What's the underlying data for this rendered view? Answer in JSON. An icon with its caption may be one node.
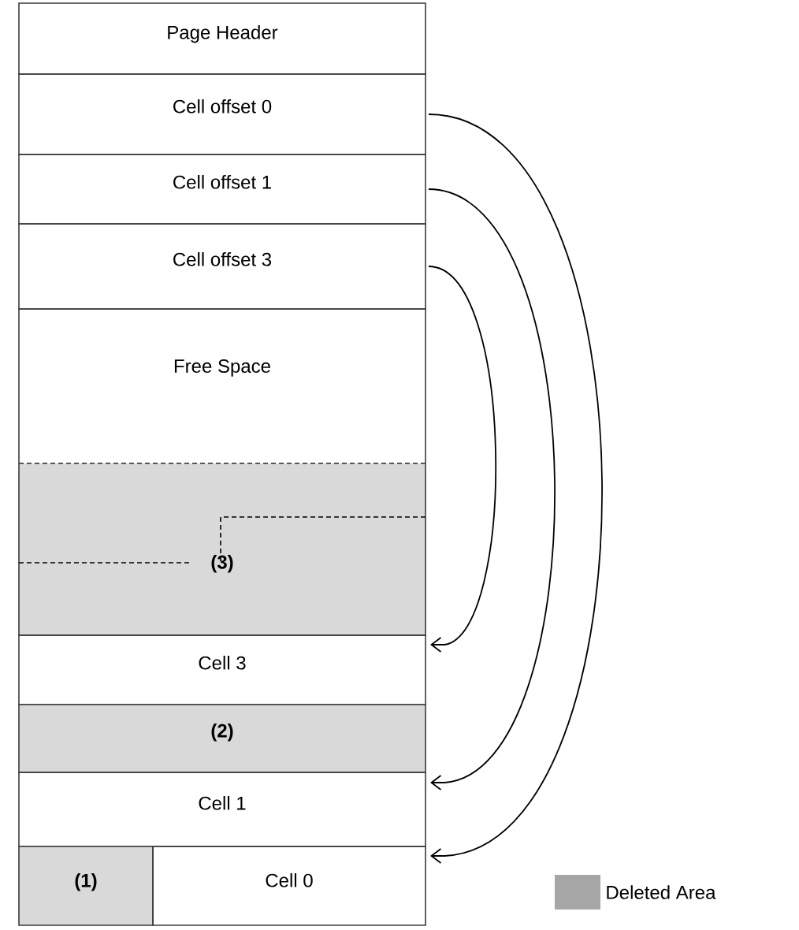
{
  "diagram": {
    "nodes": [
      {
        "text": [
          "Page Header"
        ]
      },
      {
        "text": [
          "Cell offset 0"
        ]
      },
      {
        "text": [
          "Cell offset 1"
        ]
      },
      {
        "text": [
          "Cell offset 3"
        ]
      },
      {
        "text": [
          "Free Space"
        ]
      },
      {
        "text": [
          "(3)"
        ]
      },
      {
        "text": [
          "Cell 3"
        ]
      },
      {
        "text": [
          "(2)"
        ]
      },
      {
        "text": [
          "Cell 1"
        ]
      },
      {
        "text": [
          "(1)"
        ]
      },
      {
        "text": [
          "Cell 0"
        ]
      }
    ],
    "edges": [
      {
        "from": 1,
        "to": 10,
        "arrow": "to"
      },
      {
        "from": 2,
        "to": 8,
        "arrow": "to"
      },
      {
        "from": 3,
        "to": 6,
        "arrow": "to"
      }
    ],
    "legend": [
      {
        "text": "Deleted Area",
        "color": "#a6a6a6"
      }
    ]
  }
}
